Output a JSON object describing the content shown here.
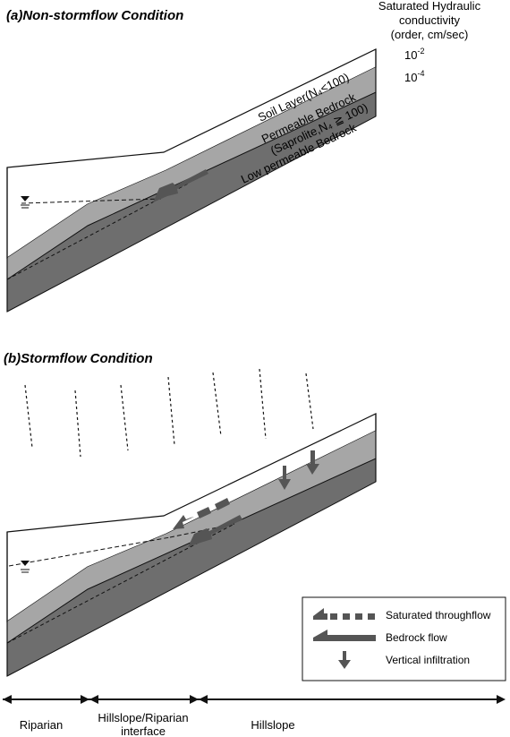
{
  "panel_a": {
    "title": "(a)Non-stormflow Condition",
    "hydraulic_heading": [
      "Saturated Hydraulic",
      "conductivity",
      "(order, cm/sec)"
    ],
    "k_soil": {
      "base": "10",
      "exp": "-2"
    },
    "k_bedrock": {
      "base": "10",
      "exp": "-4"
    },
    "layer_soil": "Soil Layer(N₄<100)",
    "layer_perm_1": "Permeable Bedrock",
    "layer_perm_2": "(Saprolite,N₄ ≧ 100)",
    "layer_low": "Low permeable Bedrock"
  },
  "panel_b": {
    "title": "(b)Stormflow Condition"
  },
  "legend": {
    "saturated": "Saturated throughflow",
    "bedrock": "Bedrock flow",
    "vertical": "Vertical infiltration"
  },
  "zones": {
    "riparian": "Riparian",
    "interface_1": "Hillslope/Riparian",
    "interface_2": "interface",
    "hillslope": "Hillslope"
  },
  "colors": {
    "soil": "#ffffff",
    "permeable": "#a6a6a6",
    "low_permeable": "#6e6e6e",
    "arrow": "#5a5a5a"
  }
}
